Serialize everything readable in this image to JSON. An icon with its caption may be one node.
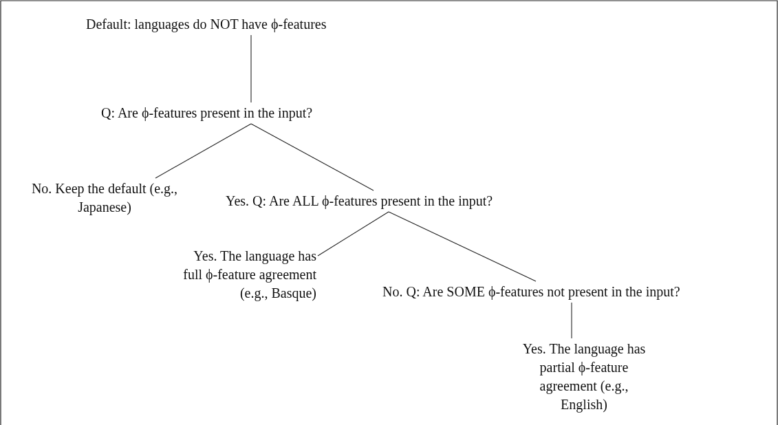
{
  "diagram": {
    "nodes": [
      {
        "text": [
          "Default: languages do NOT have ϕ-features"
        ]
      },
      {
        "text": [
          "Q: Are ϕ-features present in the input?"
        ]
      },
      {
        "text": [
          "No. Keep the default (e.g., Japanese)"
        ]
      },
      {
        "text": [
          "Yes. Q: Are ALL ϕ-features present in the input?"
        ]
      },
      {
        "text": [
          "Yes. The language has full ϕ-feature agreement (e.g., Basque)"
        ]
      },
      {
        "text": [
          "No. Q: Are SOME ϕ-features not present in the input?"
        ]
      },
      {
        "text": [
          "Yes. The language has partial ϕ-feature agreement (e.g., English)"
        ]
      }
    ],
    "edges": [
      {
        "from": 0,
        "to": 1,
        "arrow": "none"
      },
      {
        "from": 1,
        "to": 2,
        "arrow": "none"
      },
      {
        "from": 1,
        "to": 3,
        "arrow": "none"
      },
      {
        "from": 3,
        "to": 4,
        "arrow": "none"
      },
      {
        "from": 3,
        "to": 5,
        "arrow": "none"
      },
      {
        "from": 5,
        "to": 6,
        "arrow": "none"
      }
    ]
  }
}
